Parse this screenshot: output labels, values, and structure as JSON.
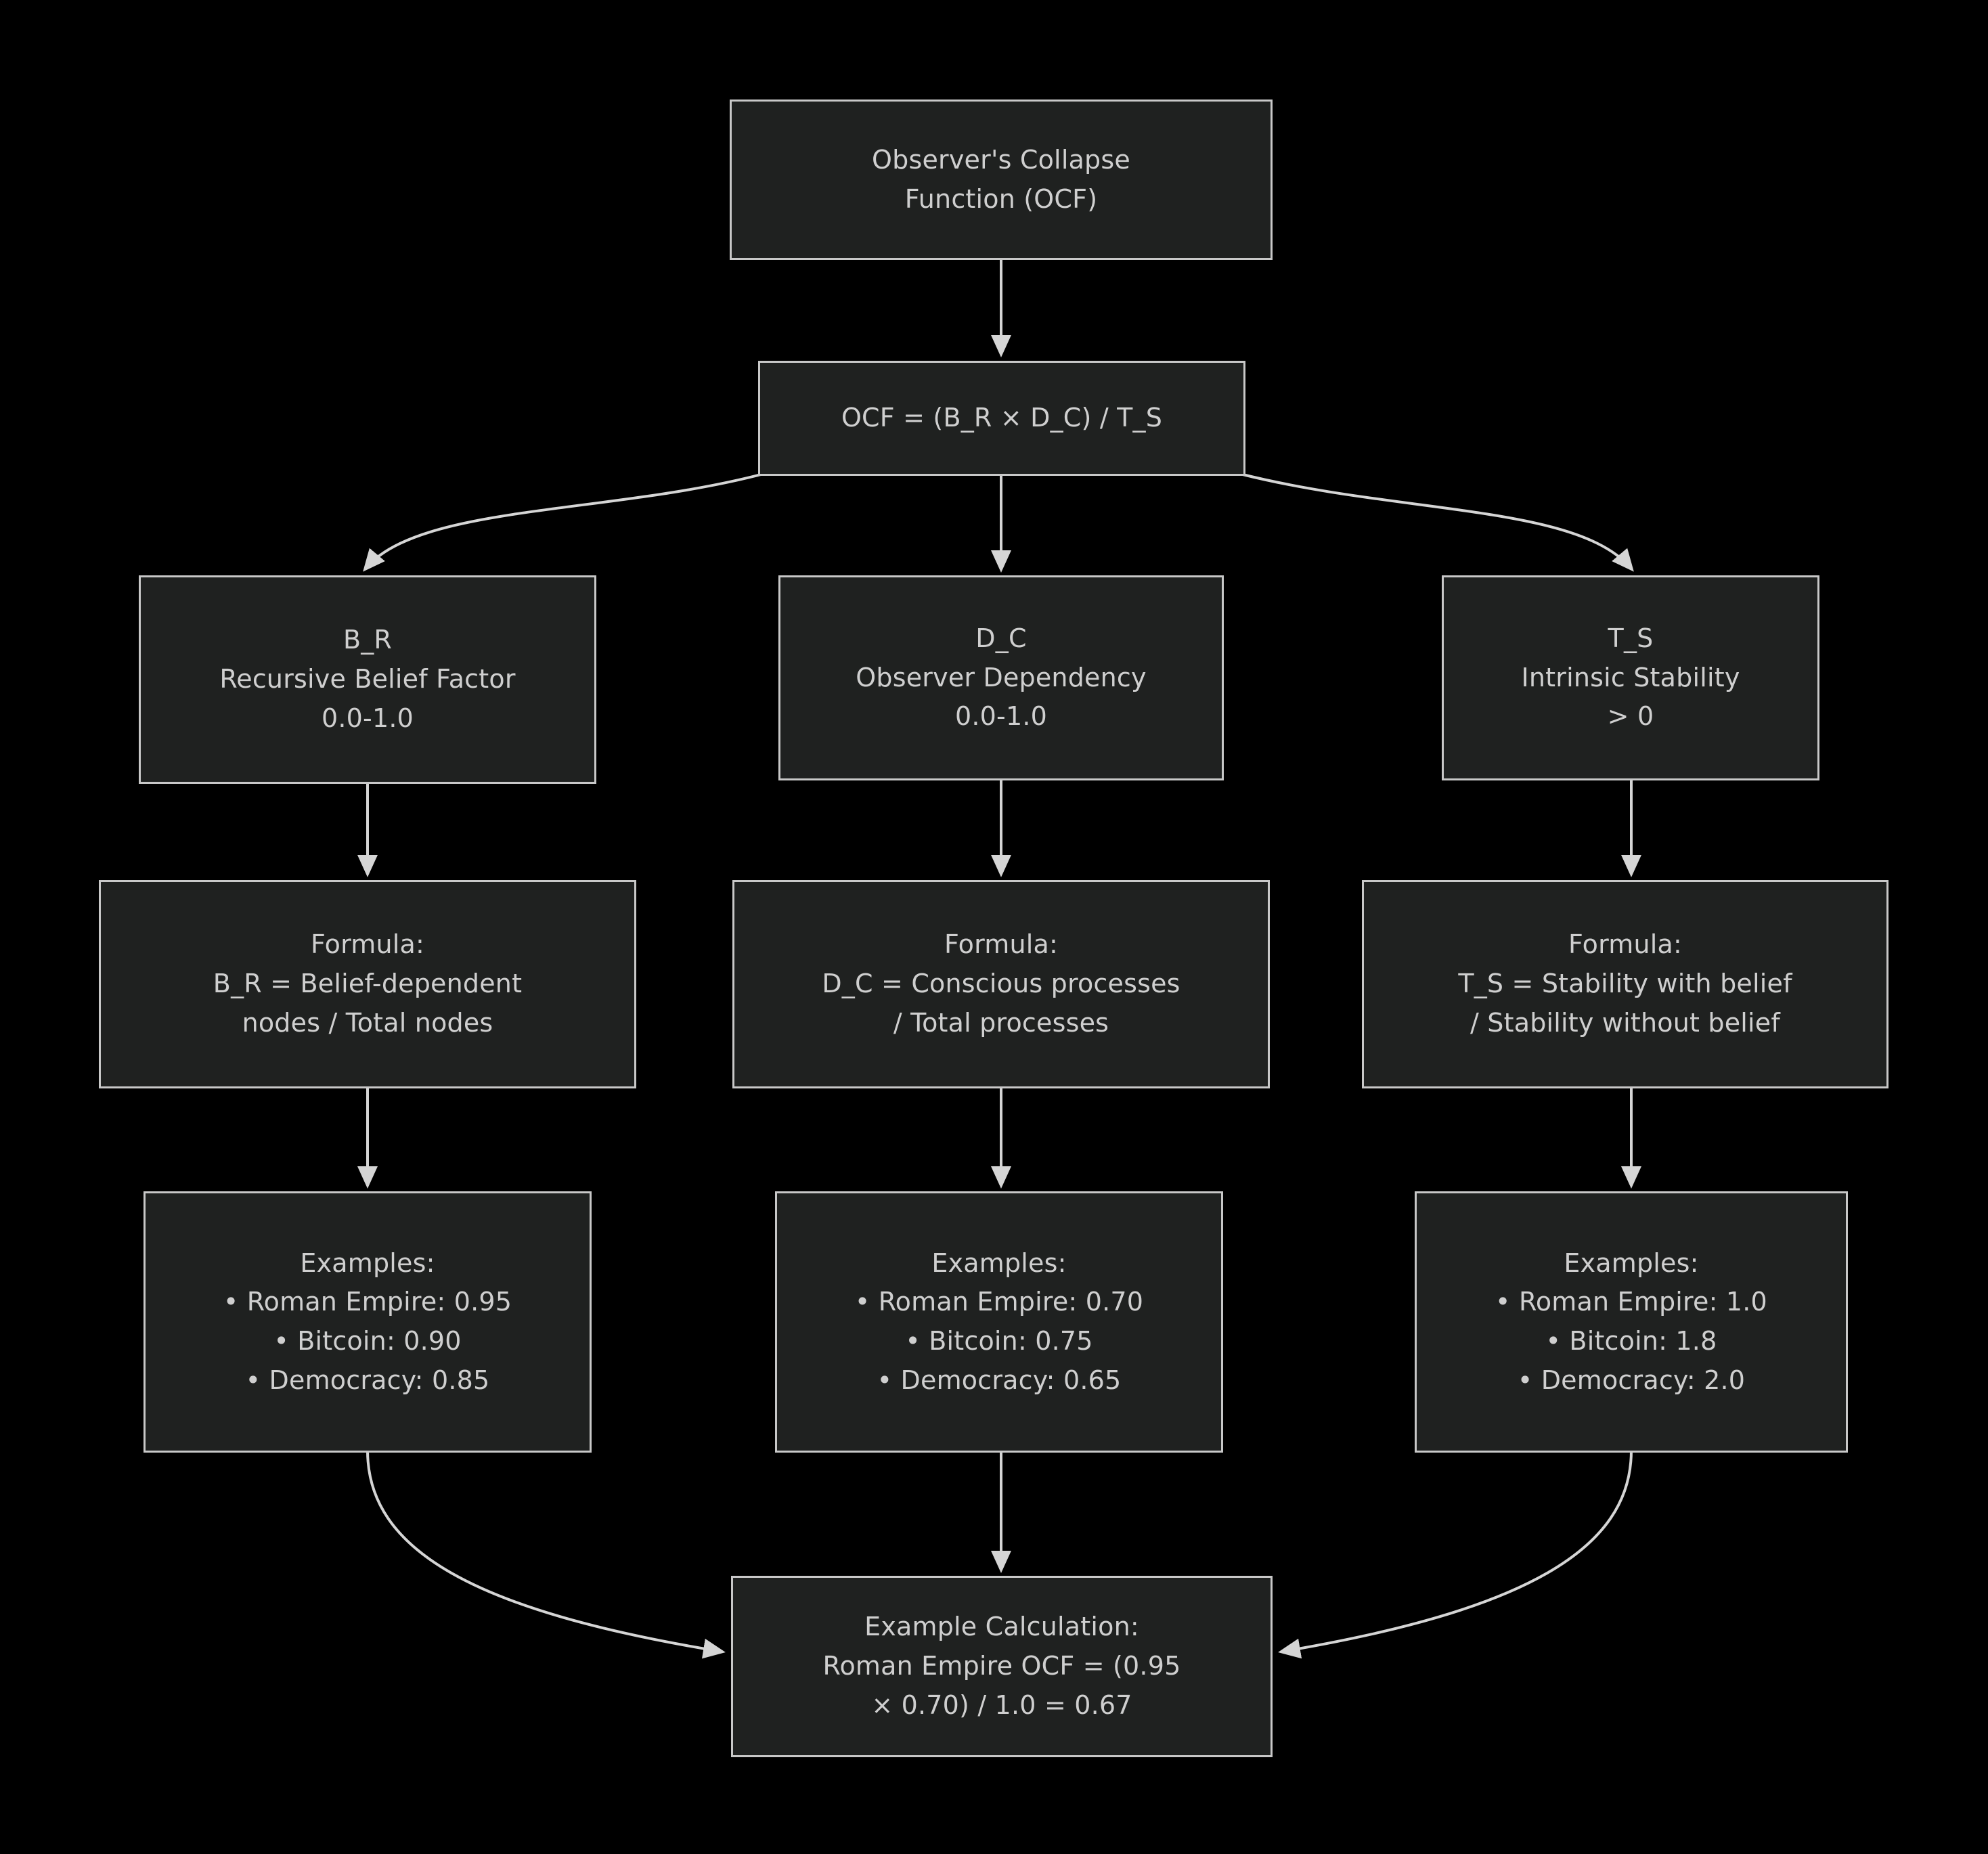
{
  "diagram": {
    "title": "Observer's Collapse Function (OCF)",
    "type": "flowchart",
    "direction": "top-down",
    "background_color": "#000000",
    "node_fill_color": "#1f2120",
    "node_border_color": "#c8c8c8",
    "text_color": "#cfcfcf",
    "edge_color": "#d5d5d5"
  },
  "nodes": {
    "root": {
      "id": "root",
      "lines": [
        "Observer's Collapse",
        "Function (OCF)"
      ]
    },
    "equation": {
      "id": "equation",
      "lines": [
        "OCF = (B_R × D_C) / T_S"
      ]
    },
    "br": {
      "id": "br",
      "lines": [
        "B_R",
        "Recursive Belief Factor",
        "0.0-1.0"
      ]
    },
    "dc": {
      "id": "dc",
      "lines": [
        "D_C",
        "Observer Dependency",
        "0.0-1.0"
      ]
    },
    "ts": {
      "id": "ts",
      "lines": [
        "T_S",
        "Intrinsic Stability",
        "> 0"
      ]
    },
    "br_formula": {
      "id": "br_formula",
      "lines": [
        "Formula:",
        "B_R = Belief-dependent",
        "nodes / Total nodes"
      ]
    },
    "dc_formula": {
      "id": "dc_formula",
      "lines": [
        "Formula:",
        "D_C = Conscious processes",
        "/ Total processes"
      ]
    },
    "ts_formula": {
      "id": "ts_formula",
      "lines": [
        "Formula:",
        "T_S = Stability with belief",
        "/ Stability without belief"
      ]
    },
    "br_examples": {
      "id": "br_examples",
      "lines": [
        "Examples:",
        "• Roman Empire: 0.95",
        "• Bitcoin: 0.90",
        "• Democracy: 0.85"
      ]
    },
    "dc_examples": {
      "id": "dc_examples",
      "lines": [
        "Examples:",
        "• Roman Empire: 0.70",
        "• Bitcoin: 0.75",
        "• Democracy: 0.65"
      ]
    },
    "ts_examples": {
      "id": "ts_examples",
      "lines": [
        "Examples:",
        "• Roman Empire: 1.0",
        "• Bitcoin: 1.8",
        "• Democracy: 2.0"
      ]
    },
    "calculation": {
      "id": "calculation",
      "lines": [
        "Example Calculation:",
        "Roman Empire OCF = (0.95",
        "× 0.70) / 1.0 = 0.67"
      ]
    }
  },
  "chart_data": {
    "type": "table",
    "title": "Observer's Collapse Function (OCF) component values",
    "categories": [
      "Roman Empire",
      "Bitcoin",
      "Democracy"
    ],
    "series": [
      {
        "name": "B_R (Recursive Belief Factor)",
        "values": [
          0.95,
          0.9,
          0.85
        ]
      },
      {
        "name": "D_C (Observer Dependency)",
        "values": [
          0.7,
          0.75,
          0.65
        ]
      },
      {
        "name": "T_S (Intrinsic Stability)",
        "values": [
          1.0,
          1.8,
          2.0
        ]
      }
    ],
    "derived": [
      {
        "name": "Roman Empire OCF",
        "expression": "(0.95 × 0.70) / 1.0",
        "value": 0.67
      }
    ],
    "notes": "OCF = (B_R × D_C) / T_S"
  },
  "edges": [
    {
      "from": "root",
      "to": "equation"
    },
    {
      "from": "equation",
      "to": "br"
    },
    {
      "from": "equation",
      "to": "dc"
    },
    {
      "from": "equation",
      "to": "ts"
    },
    {
      "from": "br",
      "to": "br_formula"
    },
    {
      "from": "dc",
      "to": "dc_formula"
    },
    {
      "from": "ts",
      "to": "ts_formula"
    },
    {
      "from": "br_formula",
      "to": "br_examples"
    },
    {
      "from": "dc_formula",
      "to": "dc_examples"
    },
    {
      "from": "ts_formula",
      "to": "ts_examples"
    },
    {
      "from": "br_examples",
      "to": "calculation"
    },
    {
      "from": "dc_examples",
      "to": "calculation"
    },
    {
      "from": "ts_examples",
      "to": "calculation"
    }
  ]
}
